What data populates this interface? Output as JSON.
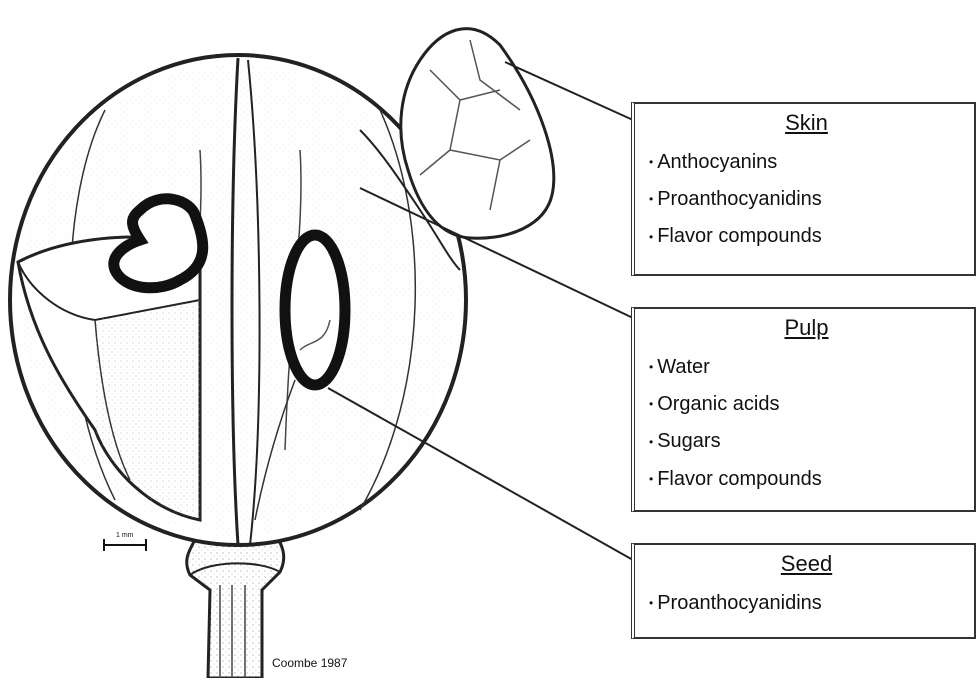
{
  "labels": {
    "skin": {
      "title": "Skin",
      "items": [
        "Anthocyanins",
        "Proanthocyanidins",
        "Flavor compounds"
      ]
    },
    "pulp": {
      "title": "Pulp",
      "items": [
        "Water",
        "Organic acids",
        "Sugars",
        "Flavor compounds"
      ]
    },
    "seed": {
      "title": "Seed",
      "items": [
        "Proanthocyanidins"
      ]
    }
  },
  "scale_bar_label": "1 mm",
  "credit": "Coombe 1987"
}
